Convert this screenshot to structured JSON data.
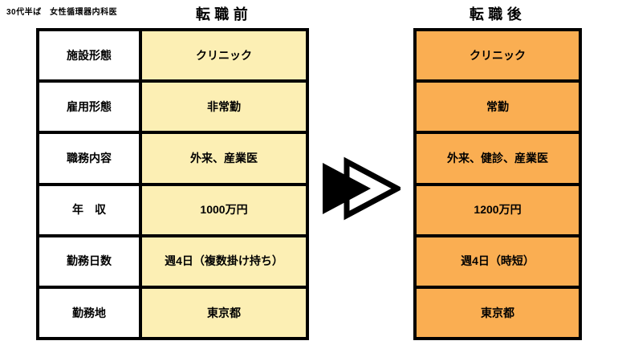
{
  "page": {
    "caption": "30代半ば　女性循環器内科医"
  },
  "colors": {
    "border_color": "#000000",
    "before_value_bg": "#FCEFB4",
    "after_value_bg": "#FAAE52",
    "label_bg": "#FFFFFF"
  },
  "before": {
    "title": "転職前",
    "rows": [
      {
        "label": "施設形態",
        "value": "クリニック"
      },
      {
        "label": "雇用形態",
        "value": "非常勤"
      },
      {
        "label": "職務内容",
        "value": "外来、産業医"
      },
      {
        "label": "年　収",
        "value": "1000万円"
      },
      {
        "label": "勤務日数",
        "value": "週4日（複数掛け持ち）"
      },
      {
        "label": "勤務地",
        "value": "東京都"
      }
    ]
  },
  "after": {
    "title": "転職後",
    "rows": [
      {
        "value": "クリニック"
      },
      {
        "value": "常勤"
      },
      {
        "value": "外来、健診、産業医"
      },
      {
        "value": "1200万円"
      },
      {
        "value": "週4日（時短）"
      },
      {
        "value": "東京都"
      }
    ]
  },
  "arrow": {
    "name": "double-arrow-right"
  }
}
